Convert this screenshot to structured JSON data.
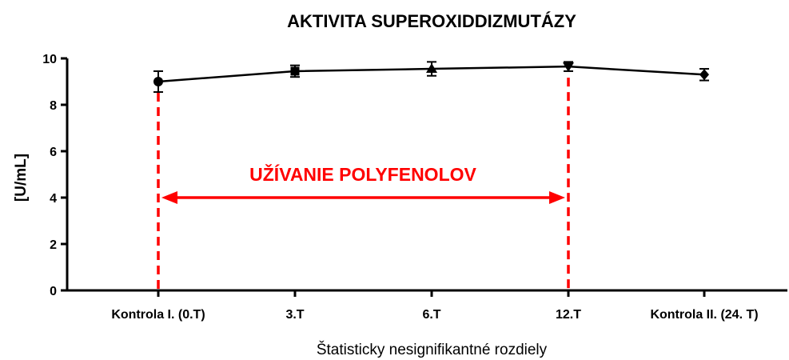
{
  "chart_data": {
    "type": "line",
    "title": "AKTIVITA SUPEROXIDDIZMUTÁZY",
    "ylabel": "[U/mL]",
    "xlabel": "Štatisticky nesignifikantné rozdiely",
    "categories": [
      "Kontrola I. (0.T)",
      "3.T",
      "6.T",
      "12.T",
      "Kontrola II. (24. T)"
    ],
    "yticks": [
      0,
      2,
      4,
      6,
      8,
      10
    ],
    "ylim": [
      0,
      10
    ],
    "grid": false,
    "series": [
      {
        "values": [
          9.0,
          9.45,
          9.55,
          9.65,
          9.3
        ],
        "errors": [
          0.45,
          0.25,
          0.3,
          0.2,
          0.25
        ],
        "markers": [
          "circle",
          "square",
          "triangle-up",
          "triangle-down",
          "diamond"
        ],
        "color": "#000000"
      }
    ],
    "annotation": {
      "text": "UŽÍVANIE POLYFENOLOV",
      "color": "#ff0000",
      "from_category": 0,
      "to_category": 3,
      "arrow_y": 4
    }
  }
}
